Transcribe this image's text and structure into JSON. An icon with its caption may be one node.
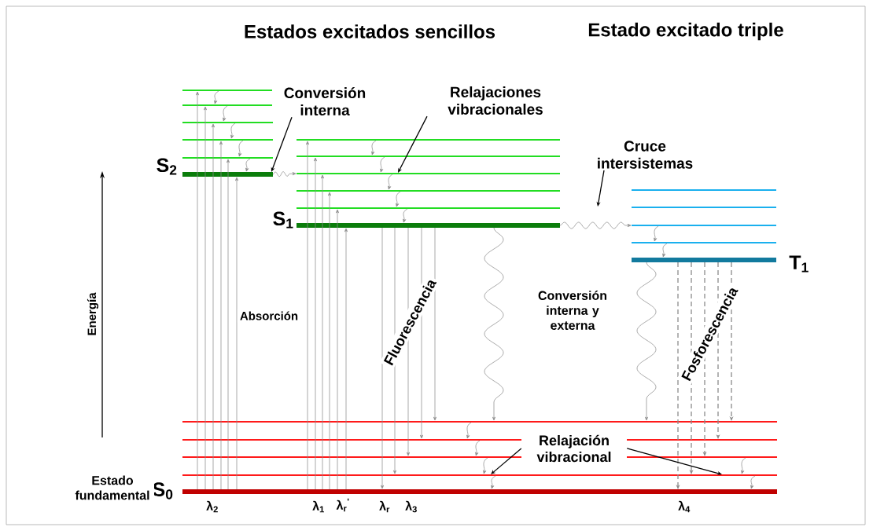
{
  "diagram": {
    "nodes": [
      {
        "text": [
          "Conversión interna"
        ]
      },
      {
        "text": [
          "Relajaciones vibracionales"
        ]
      },
      {
        "text": [
          "Cruce intersistemas"
        ]
      },
      {
        "text": [
          "Relajación vibracional"
        ]
      },
      {
        "text": [],
        "shape": "bar"
      },
      {
        "text": [],
        "shape": "bar"
      },
      {
        "text": [],
        "shape": "bar"
      },
      {
        "text": [],
        "shape": "bar"
      },
      {
        "text": [],
        "shape": "bar"
      },
      {
        "text": [],
        "shape": "bar",
        "beside": [
          "S$_{2}$"
        ]
      },
      {
        "text": [],
        "shape": "bar"
      },
      {
        "text": [],
        "shape": "bar"
      },
      {
        "text": [],
        "shape": "bar"
      },
      {
        "text": [],
        "shape": "bar"
      },
      {
        "text": [],
        "shape": "bar"
      },
      {
        "text": [],
        "shape": "bar",
        "beside": [
          "S$_{1}$"
        ]
      },
      {
        "text": [],
        "shape": "bar"
      },
      {
        "text": [],
        "shape": "bar"
      },
      {
        "text": [],
        "shape": "bar"
      },
      {
        "text": [],
        "shape": "bar"
      },
      {
        "text": [],
        "shape": "bar",
        "beside": [
          "T$_{1}$"
        ]
      },
      {
        "text": [],
        "shape": "bar"
      },
      {
        "text": [],
        "shape": "bar"
      },
      {
        "text": [],
        "shape": "bar"
      },
      {
        "text": [],
        "shape": "bar"
      },
      {
        "text": [],
        "shape": "bar",
        "beside": [
          "S$_{0}$"
        ]
      }
    ],
    "edges": [
      {
        "from": 25,
        "to": 4,
        "arrow": "to"
      },
      {
        "from": 25,
        "to": 5,
        "arrow": "to"
      },
      {
        "from": 25,
        "to": 6,
        "arrow": "to"
      },
      {
        "from": 25,
        "to": 7,
        "arrow": "to"
      },
      {
        "from": 25,
        "to": 8,
        "arrow": "to"
      },
      {
        "from": 25,
        "to": 9,
        "arrow": "to"
      },
      {
        "from": 25,
        "to": 10,
        "arrow": "to"
      },
      {
        "from": 25,
        "to": 11,
        "arrow": "to"
      },
      {
        "from": 25,
        "to": 12,
        "arrow": "to"
      },
      {
        "from": 25,
        "to": 13,
        "arrow": "to"
      },
      {
        "from": 25,
        "to": 14,
        "arrow": "to"
      },
      {
        "from": 25,
        "to": 15,
        "arrow": "to"
      },
      {
        "from": 15,
        "to": 25,
        "arrow": "to"
      },
      {
        "from": 15,
        "to": 24,
        "arrow": "to"
      },
      {
        "from": 15,
        "to": 23,
        "arrow": "to"
      },
      {
        "from": 15,
        "to": 22,
        "arrow": "to"
      },
      {
        "from": 15,
        "to": 21,
        "arrow": "to"
      },
      {
        "from": 20,
        "to": 25,
        "arrow": "to",
        "style": "dashed"
      },
      {
        "from": 20,
        "to": 24,
        "arrow": "to",
        "style": "dashed"
      },
      {
        "from": 20,
        "to": 23,
        "arrow": "to",
        "style": "dashed"
      },
      {
        "from": 20,
        "to": 22,
        "arrow": "to",
        "style": "dashed"
      },
      {
        "from": 20,
        "to": 21,
        "arrow": "to",
        "style": "dashed"
      },
      {
        "from": 9,
        "to": 12,
        "arrow": "to"
      },
      {
        "from": 15,
        "to": 18,
        "arrow": "to"
      },
      {
        "from": 15,
        "to": 21,
        "arrow": "to"
      },
      {
        "from": 20,
        "to": 21,
        "arrow": "to"
      },
      {
        "from": 4,
        "to": 5,
        "arrow": "to"
      },
      {
        "from": 5,
        "to": 6,
        "arrow": "to"
      },
      {
        "from": 6,
        "to": 7,
        "arrow": "to"
      },
      {
        "from": 7,
        "to": 8,
        "arrow": "to"
      },
      {
        "from": 8,
        "to": 9,
        "arrow": "to"
      },
      {
        "from": 10,
        "to": 11,
        "arrow": "to"
      },
      {
        "from": 11,
        "to": 12,
        "arrow": "to"
      },
      {
        "from": 12,
        "to": 13,
        "arrow": "to"
      },
      {
        "from": 13,
        "to": 14,
        "arrow": "to"
      },
      {
        "from": 14,
        "to": 15,
        "arrow": "to"
      },
      {
        "from": 18,
        "to": 19,
        "arrow": "to"
      },
      {
        "from": 19,
        "to": 20,
        "arrow": "to"
      },
      {
        "from": 21,
        "to": 22,
        "arrow": "to"
      },
      {
        "from": 22,
        "to": 23,
        "arrow": "to"
      },
      {
        "from": 23,
        "to": 24,
        "arrow": "to"
      },
      {
        "from": 24,
        "to": 25,
        "arrow": "to"
      },
      {
        "from": 23,
        "to": 24,
        "arrow": "to"
      },
      {
        "from": 24,
        "to": 25,
        "arrow": "to"
      },
      {
        "from": 0,
        "to": 9,
        "arrow": "to",
        "color": "#000000"
      },
      {
        "from": 1,
        "to": 12,
        "arrow": "to",
        "color": "#000000"
      },
      {
        "from": 2,
        "to": null,
        "arrow": "to",
        "color": "#000000"
      },
      {
        "from": 3,
        "to": 24,
        "arrow": "to",
        "color": "#000000"
      },
      {
        "from": 3,
        "to": 24,
        "arrow": "to",
        "color": "#000000"
      }
    ],
    "labels": [
      "Estados excitados sencillos",
      "Estado excitado triple",
      "Energía",
      "Absorción",
      "Fluorescencia",
      "Conversión interna y externa",
      "Fosforescencia",
      "Estado fundamental",
      "λ$_{2}$",
      "λ$_{1}$",
      "λ$_{r}$$^{'}$",
      "λ$_{r}$",
      "λ$_{3}$",
      "λ$_{4}$"
    ]
  }
}
